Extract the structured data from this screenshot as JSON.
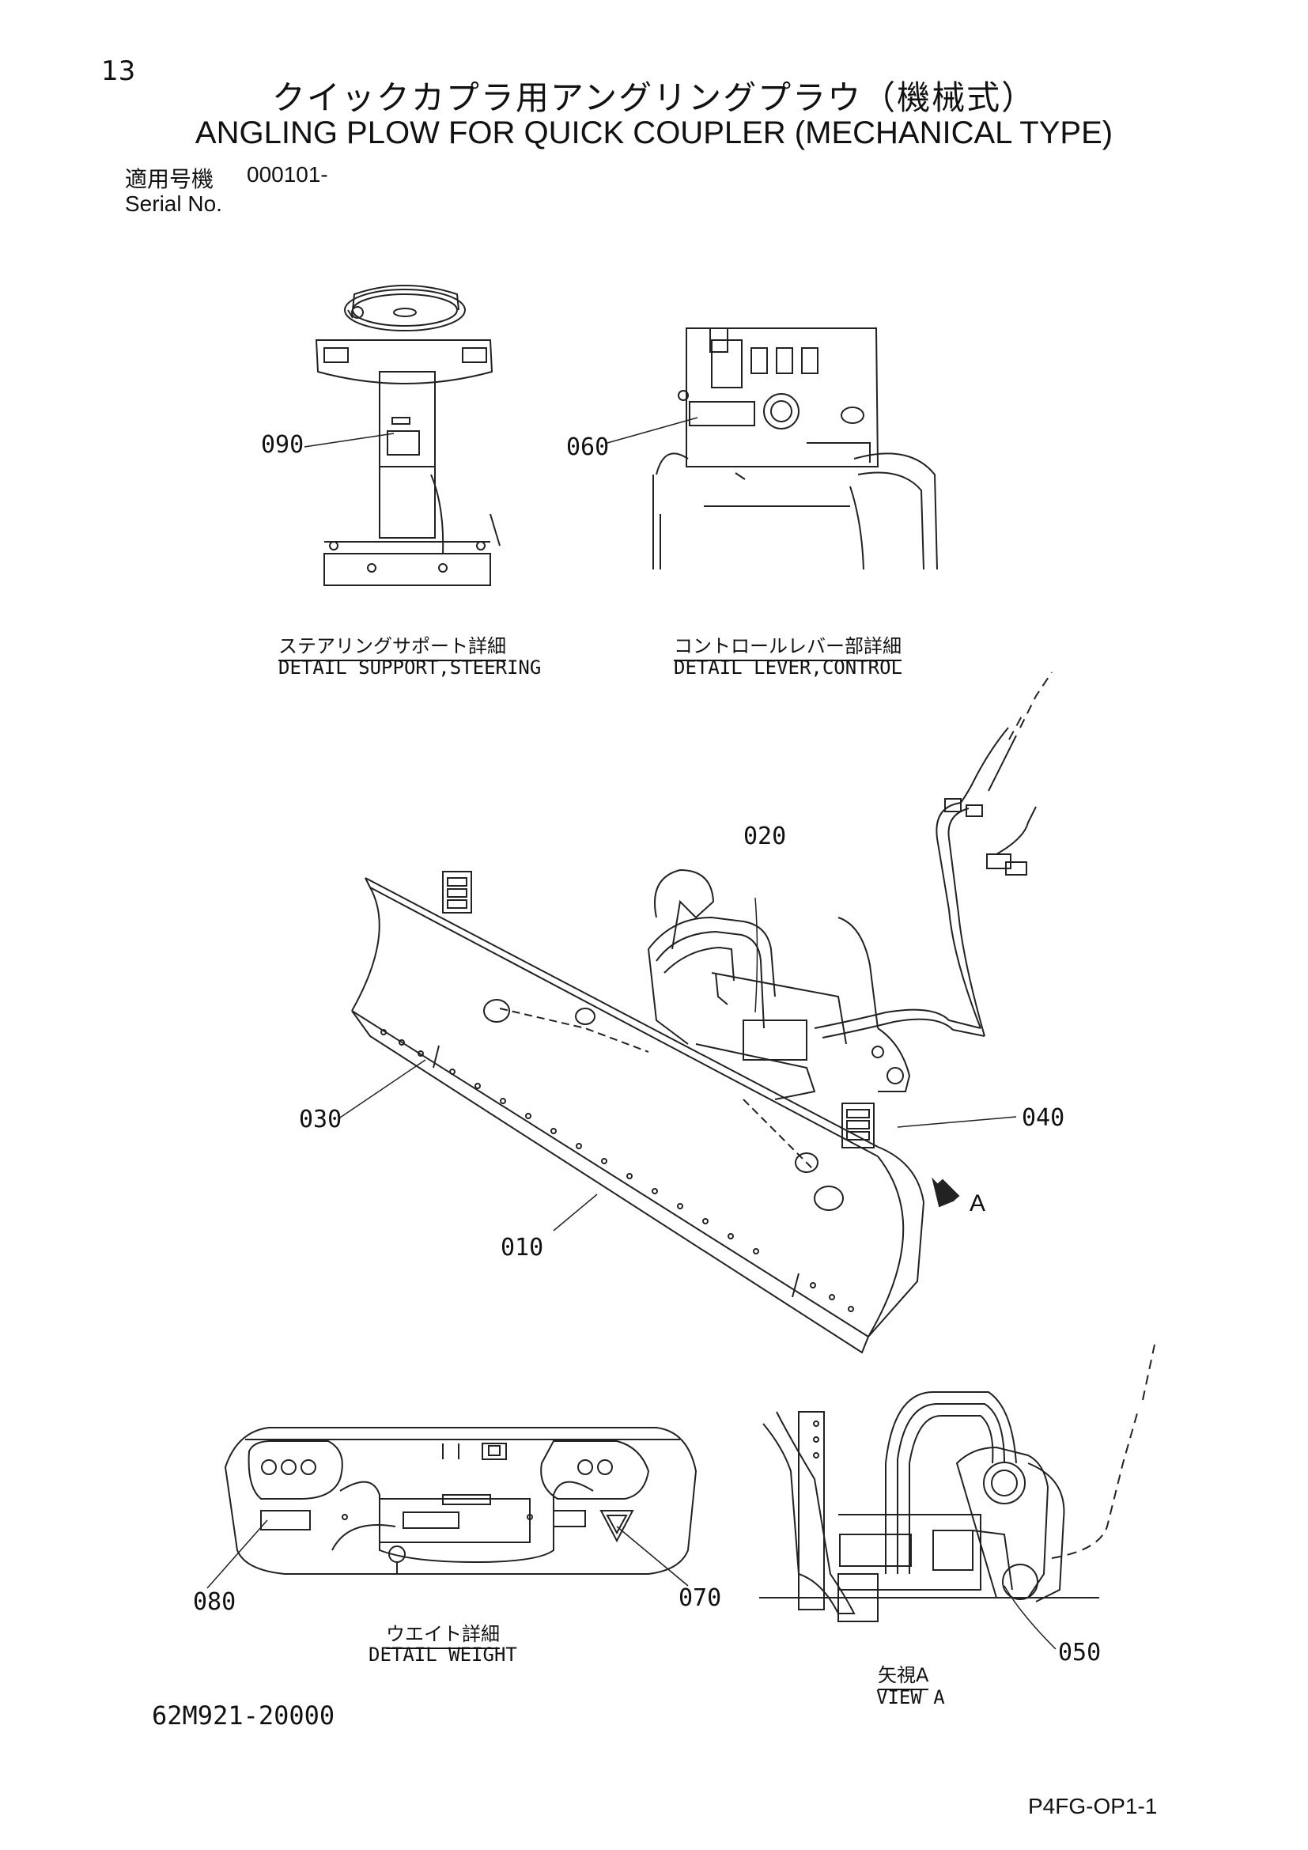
{
  "page_number": "13",
  "title_jp": "クイックカプラ用アングリングプラウ（機械式）",
  "title_en": "ANGLING PLOW FOR QUICK COUPLER (MECHANICAL TYPE)",
  "serial": {
    "label_jp": "適用号機",
    "value": "000101-",
    "label_en": "Serial No."
  },
  "details": {
    "steering": {
      "caption_jp": "ステアリングサポート詳細",
      "caption_en": "DETAIL SUPPORT,STEERING"
    },
    "lever": {
      "caption_jp": "コントロールレバー部詳細",
      "caption_en": "DETAIL LEVER,CONTROL"
    },
    "weight": {
      "caption_jp": "ウエイト詳細",
      "caption_en": "DETAIL WEIGHT"
    },
    "view_a": {
      "caption_jp": "矢視A",
      "caption_en": "VIEW A",
      "arrow_label": "A"
    }
  },
  "part_labels": {
    "p010": "010",
    "p020": "020",
    "p030": "030",
    "p040": "040",
    "p050": "050",
    "p060": "060",
    "p070": "070",
    "p080": "080",
    "p090": "090"
  },
  "drawing_number": "62M921-20000",
  "footer_code": "P4FG-OP1-1"
}
